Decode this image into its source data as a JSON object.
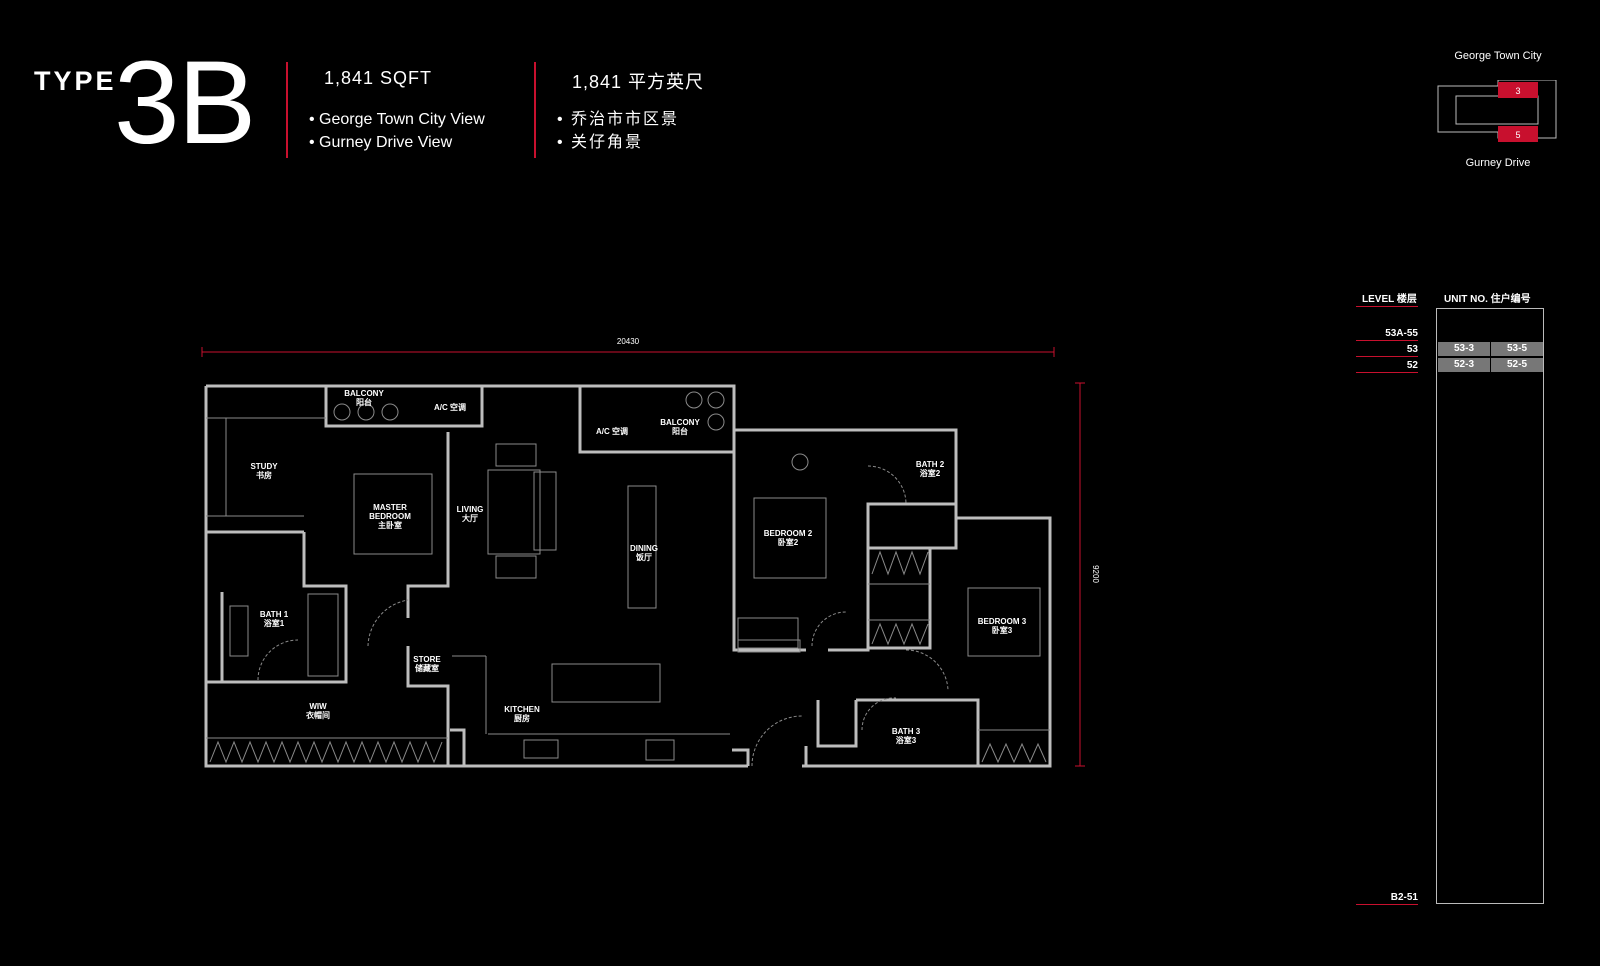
{
  "header": {
    "type_word": "TYPE",
    "type_code": "3B",
    "area_en": "1,841 SQFT",
    "area_cn": "1,841 平方英尺",
    "views_en": [
      "George Town City View",
      "Gurney Drive View"
    ],
    "views_cn": [
      "乔治市市区景",
      "关仔角景"
    ]
  },
  "key_plan": {
    "top_label": "George Town City",
    "bottom_label": "Gurney Drive",
    "units": [
      "3",
      "5"
    ],
    "highlight_color": "#c8102e"
  },
  "level_table": {
    "level_header": "LEVEL 楼层",
    "unit_header": "UNIT NO. 住户编号",
    "levels": [
      "53A-55",
      "53",
      "52",
      "B2-51"
    ],
    "rows": [
      {
        "cells": [
          "53-3",
          "53-5"
        ]
      },
      {
        "cells": [
          "52-3",
          "52-5"
        ]
      }
    ]
  },
  "floor_plan": {
    "width_dim": "20430",
    "height_dim": "9200",
    "rooms": [
      {
        "en": "BALCONY",
        "cn": "阳台"
      },
      {
        "en": "A/C 空调",
        "cn": ""
      },
      {
        "en": "A/C 空调",
        "cn": ""
      },
      {
        "en": "BALCONY",
        "cn": "阳台"
      },
      {
        "en": "STUDY",
        "cn": "书房"
      },
      {
        "en": "MASTER",
        "cn": "BEDROOM",
        "cn2": "主卧室"
      },
      {
        "en": "LIVING",
        "cn": "大厅"
      },
      {
        "en": "DINING",
        "cn": "饭厅"
      },
      {
        "en": "BEDROOM 2",
        "cn": "卧室2"
      },
      {
        "en": "BATH 2",
        "cn": "浴室2"
      },
      {
        "en": "BATH 1",
        "cn": "浴室1"
      },
      {
        "en": "STORE",
        "cn": "储藏室"
      },
      {
        "en": "BEDROOM 3",
        "cn": "卧室3"
      },
      {
        "en": "WIW",
        "cn": "衣帽间"
      },
      {
        "en": "KITCHEN",
        "cn": "厨房"
      },
      {
        "en": "BATH 3",
        "cn": "浴室3"
      }
    ]
  },
  "colors": {
    "accent": "#c8102e",
    "wall": "#bdbdbd",
    "bg": "#000000"
  }
}
